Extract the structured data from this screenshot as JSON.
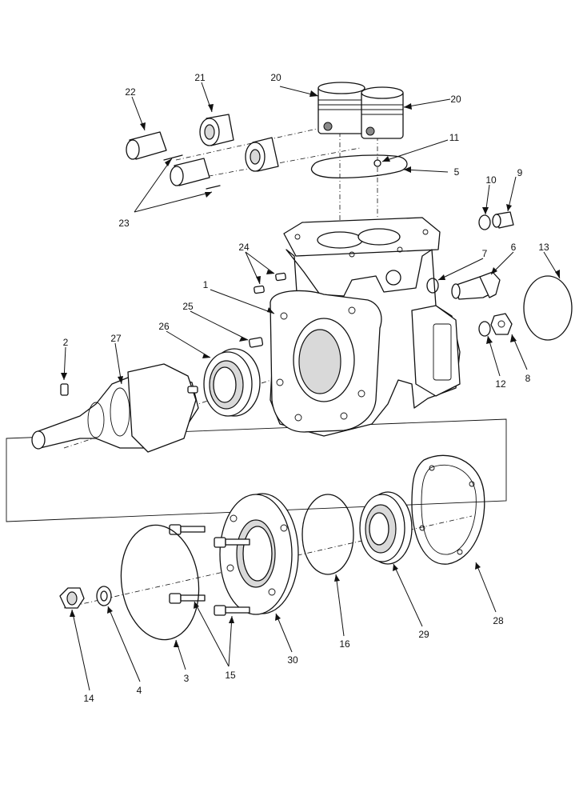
{
  "callouts": [
    {
      "id": "c20a",
      "text": "20"
    },
    {
      "id": "c20b",
      "text": "20"
    },
    {
      "id": "c21",
      "text": "21"
    },
    {
      "id": "c22",
      "text": "22"
    },
    {
      "id": "c11",
      "text": "11"
    },
    {
      "id": "c5",
      "text": "5"
    },
    {
      "id": "c10",
      "text": "10"
    },
    {
      "id": "c9",
      "text": "9"
    },
    {
      "id": "c23",
      "text": "23"
    },
    {
      "id": "c13",
      "text": "13"
    },
    {
      "id": "c24",
      "text": "24"
    },
    {
      "id": "c7",
      "text": "7"
    },
    {
      "id": "c6",
      "text": "6"
    },
    {
      "id": "c1",
      "text": "1"
    },
    {
      "id": "c25",
      "text": "25"
    },
    {
      "id": "c26",
      "text": "26"
    },
    {
      "id": "c2",
      "text": "2"
    },
    {
      "id": "c27",
      "text": "27"
    },
    {
      "id": "c12",
      "text": "12"
    },
    {
      "id": "c8",
      "text": "8"
    },
    {
      "id": "c28",
      "text": "28"
    },
    {
      "id": "c29",
      "text": "29"
    },
    {
      "id": "c16",
      "text": "16"
    },
    {
      "id": "c30",
      "text": "30"
    },
    {
      "id": "c3",
      "text": "3"
    },
    {
      "id": "c4",
      "text": "4"
    },
    {
      "id": "c15",
      "text": "15"
    },
    {
      "id": "c14",
      "text": "14"
    }
  ]
}
